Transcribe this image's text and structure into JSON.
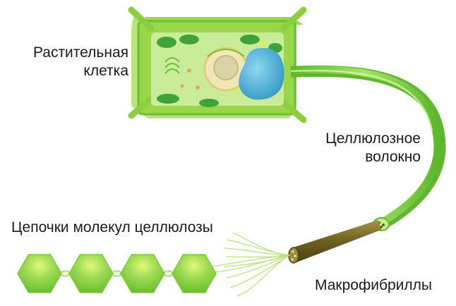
{
  "labels": {
    "plant_cell": [
      "Растительная",
      "клетка"
    ],
    "cellulose_fiber": [
      "Целлюлозное",
      "волокно"
    ],
    "molecule_chains": "Цепочки молекул целлюлозы",
    "macrofibrils": "Макрофибриллы"
  },
  "colors": {
    "cell_wall": "#9ad64a",
    "cell_wall_dark": "#6cbf2e",
    "cytoplasm": "#c9ec9a",
    "chloroplast": "#3fa33a",
    "vacuole": "#4fb3d9",
    "nucleus": "#f1e6b5",
    "fiber": "#7fd03c",
    "macrofibril": "#7a6a2a",
    "hexagon": "#8fd64e"
  },
  "icons": [
    "plant-cell-illustration",
    "cellulose-fiber-illustration",
    "macrofibril-bundle-illustration",
    "cellulose-chain-illustration"
  ]
}
